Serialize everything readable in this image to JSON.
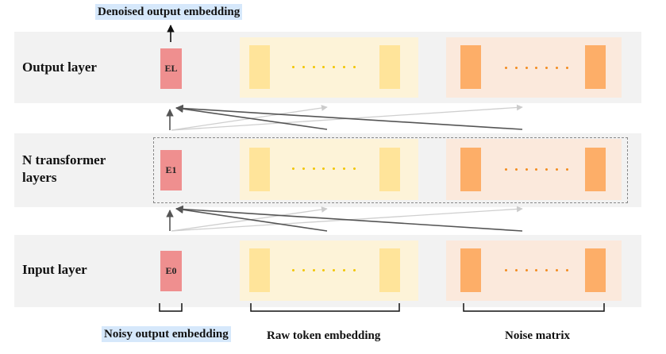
{
  "title": "Denoised output embedding",
  "rows": {
    "output": {
      "label": "Output layer",
      "embedding": "EL"
    },
    "transformer": {
      "label": "N transformer layers",
      "embedding": "E1"
    },
    "input": {
      "label": "Input layer",
      "embedding": "E0"
    }
  },
  "captions": {
    "noisy": "Noisy output embedding",
    "raw": "Raw token embedding",
    "noise": "Noise matrix"
  },
  "colors": {
    "embedding": "#ef8f8f",
    "raw_token": "#ffe49a",
    "noise_token": "#fdae68",
    "band": "#f2f2f2",
    "highlight": "#d6e8fb"
  }
}
